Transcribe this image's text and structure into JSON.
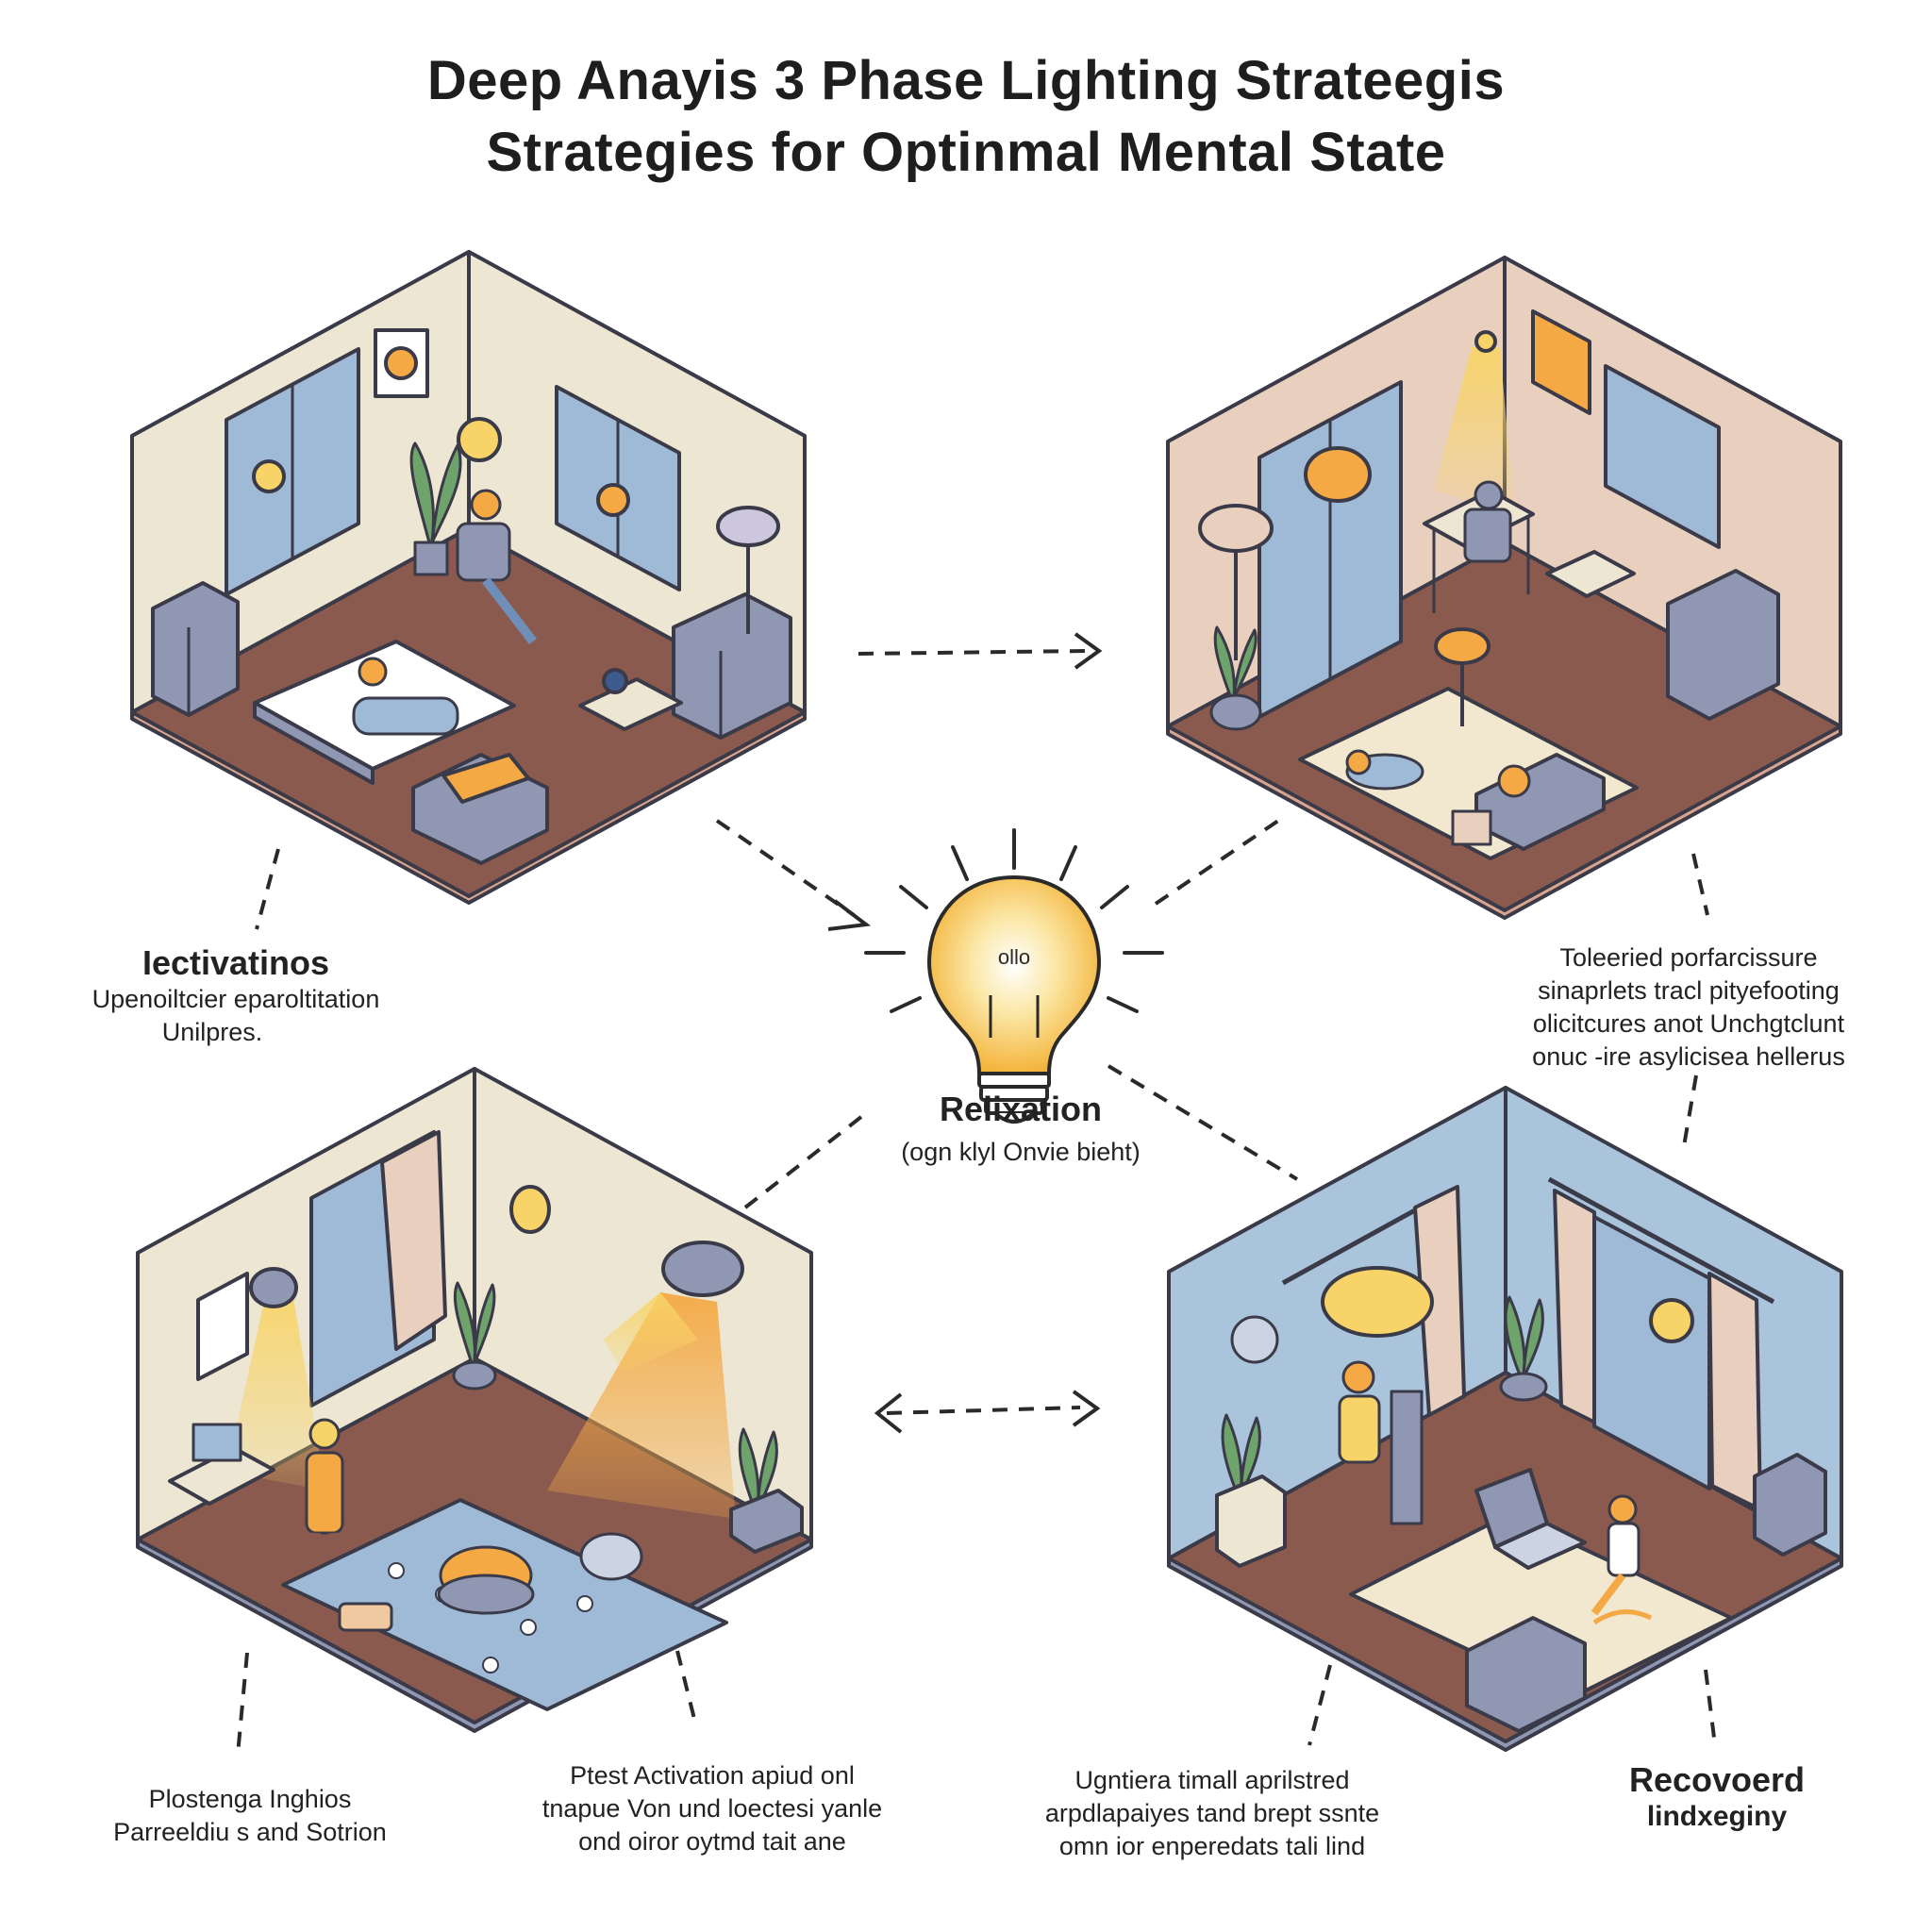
{
  "title": {
    "line1": "Deep Anayis 3 Phase Lighting Strateegis",
    "line2": "Strategies for Optinmal Mental State"
  },
  "center": {
    "bulb_text": "ollo",
    "label": "Relixation",
    "sublabel": "(ogn klyl Onvie bieht)"
  },
  "labels": {
    "top_left": {
      "head": "Iectivatinos",
      "lines": [
        "Upenoiltcier eparoltitation",
        "Unilpres."
      ]
    },
    "top_right": {
      "lines": [
        "Toleeried porfarcissure",
        "sinaprlets tracl pityefooting",
        "olicitcures anot Unchgtclunt",
        "onuc -ire asylicisea hellerus"
      ]
    },
    "bottom_left_a": {
      "lines": [
        "Plostenga Inghios",
        "Parreeldiu s and Sotrion"
      ]
    },
    "bottom_left_b": {
      "lines": [
        "Ptest Activation apiud onl",
        "tnapue Von und loectesi yanle",
        "ond oiror oytmd tait ane"
      ]
    },
    "bottom_right_a": {
      "lines": [
        "Ugntiera timall aprilstred",
        "arpdlapaiyes tand brept ssnte",
        "omn ior enperedats tali lind"
      ]
    },
    "bottom_right_b": {
      "head": "Recovoerd",
      "sub": "lindxeginy"
    }
  },
  "colors": {
    "floor": "#8a5a4f",
    "floor_edge": "#6e4338",
    "rug": "#f1e8cf",
    "wall_cream": "#ece6d3",
    "wall_peach": "#e9cfbd",
    "wall_blue": "#a9c4db",
    "furniture": "#8f97b3",
    "accent_orange": "#f4a944",
    "accent_yellow": "#f8d468",
    "window_blue": "#9fbad6",
    "plant": "#6ea36b",
    "outline": "#3a3a48"
  },
  "icons": [
    "lightbulb-icon",
    "arrow-right-icon",
    "arrow-left-right-icon",
    "lamp-icon",
    "plant-icon",
    "window-icon"
  ]
}
